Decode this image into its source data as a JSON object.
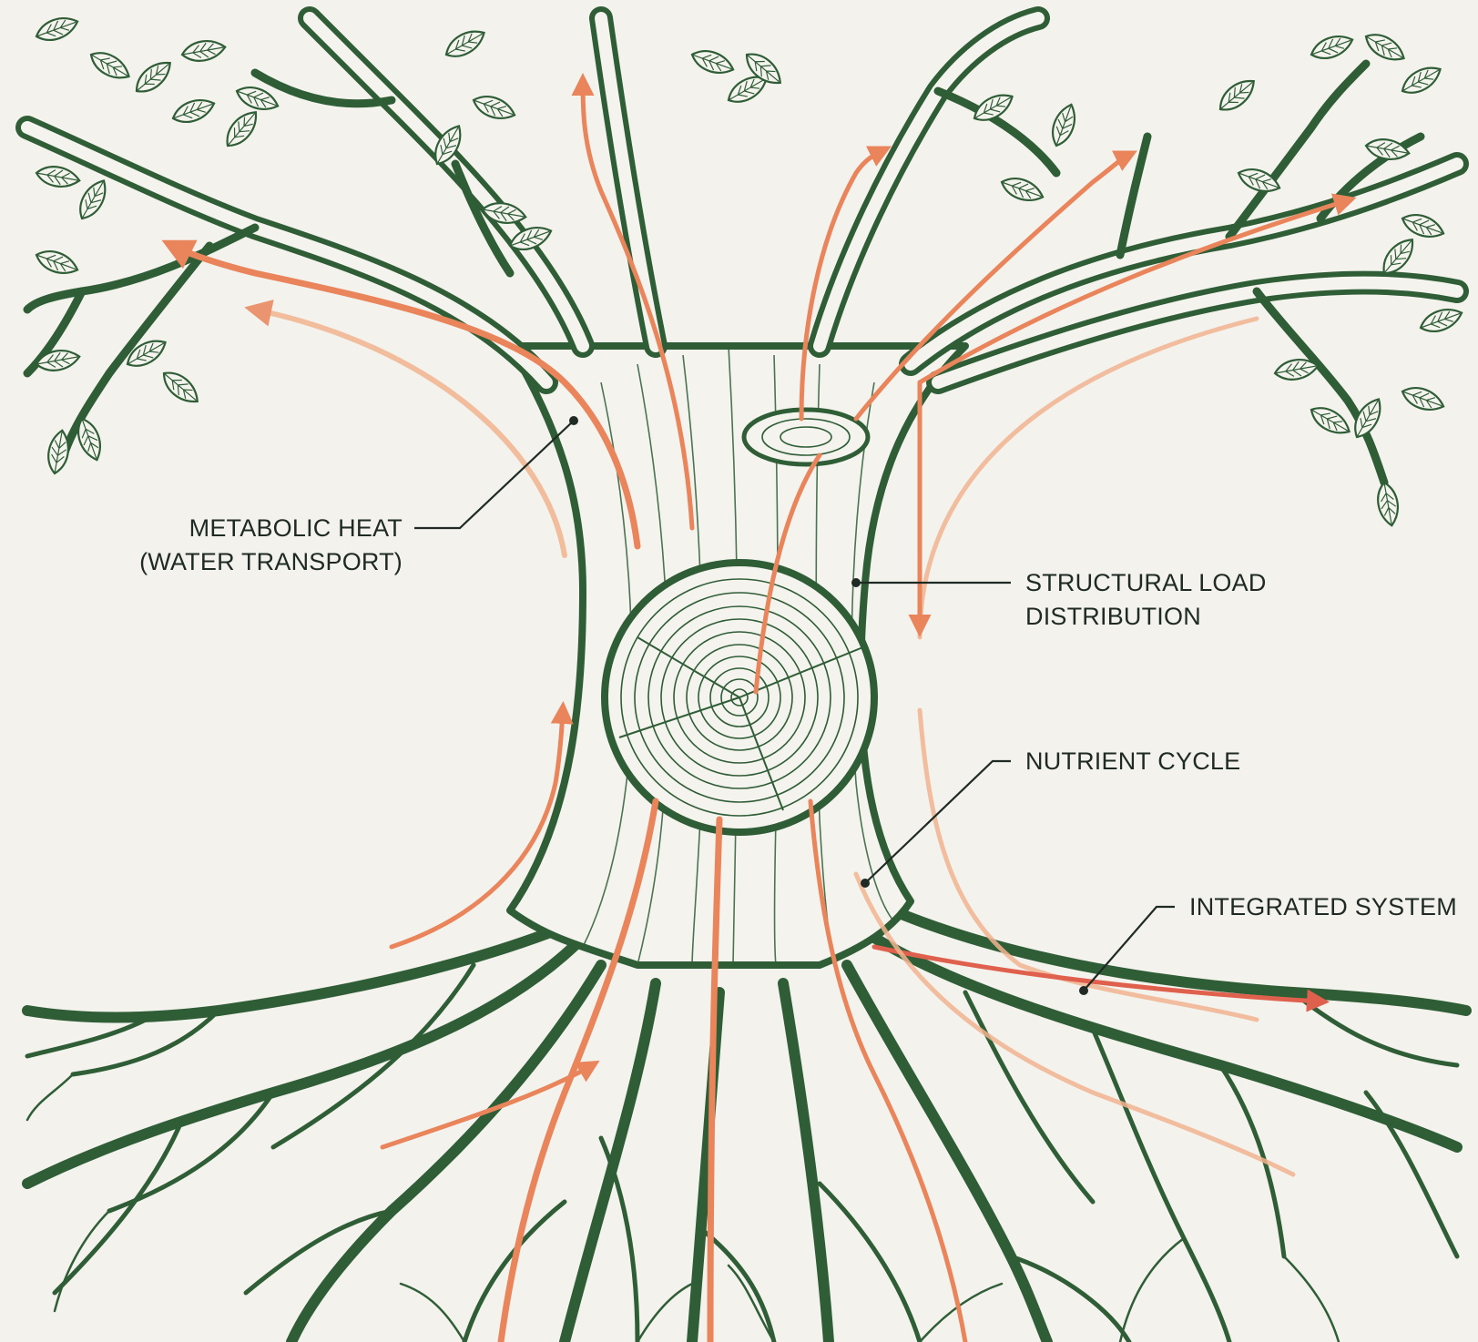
{
  "labels": {
    "metabolic_heat": {
      "line1": "METABOLIC HEAT",
      "line2": "(WATER TRANSPORT)"
    },
    "structural_load": {
      "line1": "STRUCTURAL LOAD",
      "line2": "DISTRIBUTION"
    },
    "nutrient_cycle": {
      "line1": "NUTRIENT CYCLE"
    },
    "integrated_system": {
      "line1": "INTEGRATED SYSTEM"
    }
  },
  "colors": {
    "ink_green": "#2f5d36",
    "flow_orange": "#e9845b",
    "flow_light": "#f1b48f",
    "flow_red": "#e0604e",
    "background": "#f3f2ed",
    "text": "#1f2a24"
  }
}
